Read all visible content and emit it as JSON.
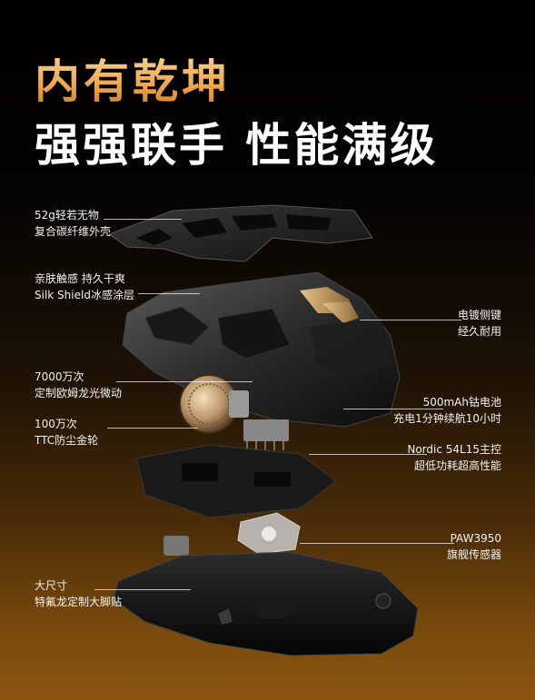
{
  "headline": {
    "line1": "内有乾坤",
    "line2": "强强联手 性能满级"
  },
  "callouts": {
    "shell": {
      "line1": "52g轻若无物",
      "line2": "复合碳纤维外壳"
    },
    "coating": {
      "line1": "亲肤触感 持久干爽",
      "line2": "Silk Shield冰感涂层"
    },
    "buttons": {
      "line1": "电镀侧键",
      "line2": "经久耐用"
    },
    "microswitch": {
      "line1": "7000万次",
      "line2": "定制欧姆龙光微动"
    },
    "battery": {
      "line1": "500mAh钴电池",
      "line2": "充电1分钟续航10小时"
    },
    "wheel": {
      "line1": "100万次",
      "line2": "TTC防尘金轮"
    },
    "chip": {
      "line1": "Nordic 54L15主控",
      "line2": "超低功耗超高性能"
    },
    "sensor": {
      "line1": "PAW3950",
      "line2": "旗舰传感器"
    },
    "feet": {
      "line1": "大尺寸",
      "line2": "特氟龙定制大脚贴"
    }
  },
  "colors": {
    "accent_gold": "#f0a84a",
    "background_top": "#000000",
    "background_bottom": "#8a560f"
  }
}
